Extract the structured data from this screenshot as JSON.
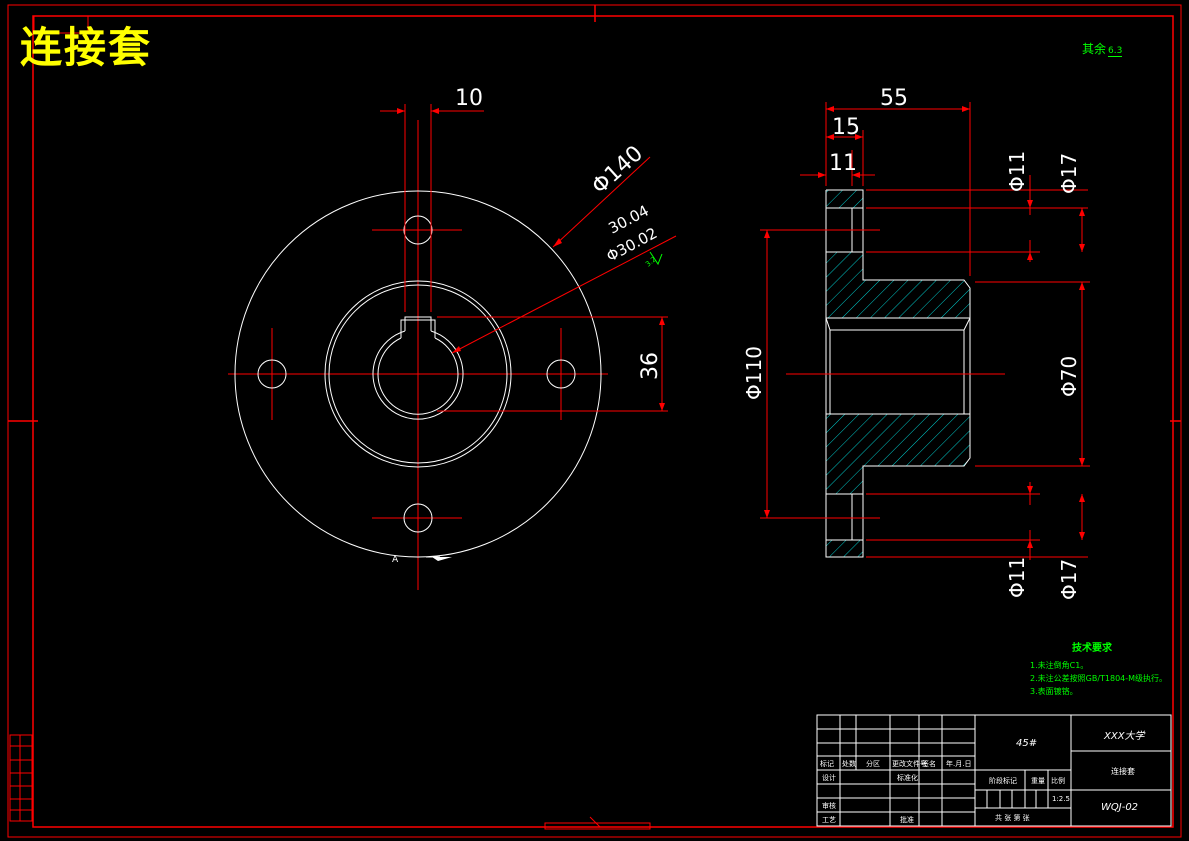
{
  "title": "连接套",
  "roughness_note": {
    "label": "其余",
    "value": "6.3"
  },
  "technical_requirements": {
    "heading": "技术要求",
    "items": [
      "1.未注倒角C1。",
      "2.未注公差按照GB/T1804-M级执行。",
      "3.表面镀铬。"
    ]
  },
  "front_view": {
    "dims": {
      "keyway_width": "10",
      "outer_diameter": "Φ140",
      "bore_upper": "30.04",
      "bore_lower": "Φ30.02",
      "key_depth": "36",
      "bore_roughness": "3.2"
    },
    "section_label": "A"
  },
  "side_view": {
    "dims": {
      "total_length": "55",
      "flange_thickness": "15",
      "hole_depth": "11",
      "hole_dia_top": "Φ11",
      "cbore_dia_top": "Φ17",
      "bolt_circle": "Φ110",
      "hub_dia": "Φ70",
      "hole_dia_bottom": "Φ11",
      "cbore_dia_bottom": "Φ17"
    }
  },
  "title_block": {
    "material": "45#",
    "school": "XXX大学",
    "part_name": "连接套",
    "drawing_no": "WQJ-02",
    "scale": "1:2.5",
    "labels": {
      "mark": "标记",
      "count": "处数",
      "zone": "分区",
      "change_doc": "更改文件号",
      "sign": "签名",
      "date": "年.月.日",
      "design": "设计",
      "standardize": "标准化",
      "check": "审核",
      "process": "工艺",
      "approve": "批准",
      "stage_mark": "阶段标记",
      "weight": "重量",
      "ratio": "比例",
      "sheets": "共  张  第  张"
    }
  },
  "colors": {
    "border": "#ff0000",
    "outline": "#ffffff",
    "note": "#00ff00",
    "hatch": "#00c8c8",
    "title": "#ffff00"
  }
}
